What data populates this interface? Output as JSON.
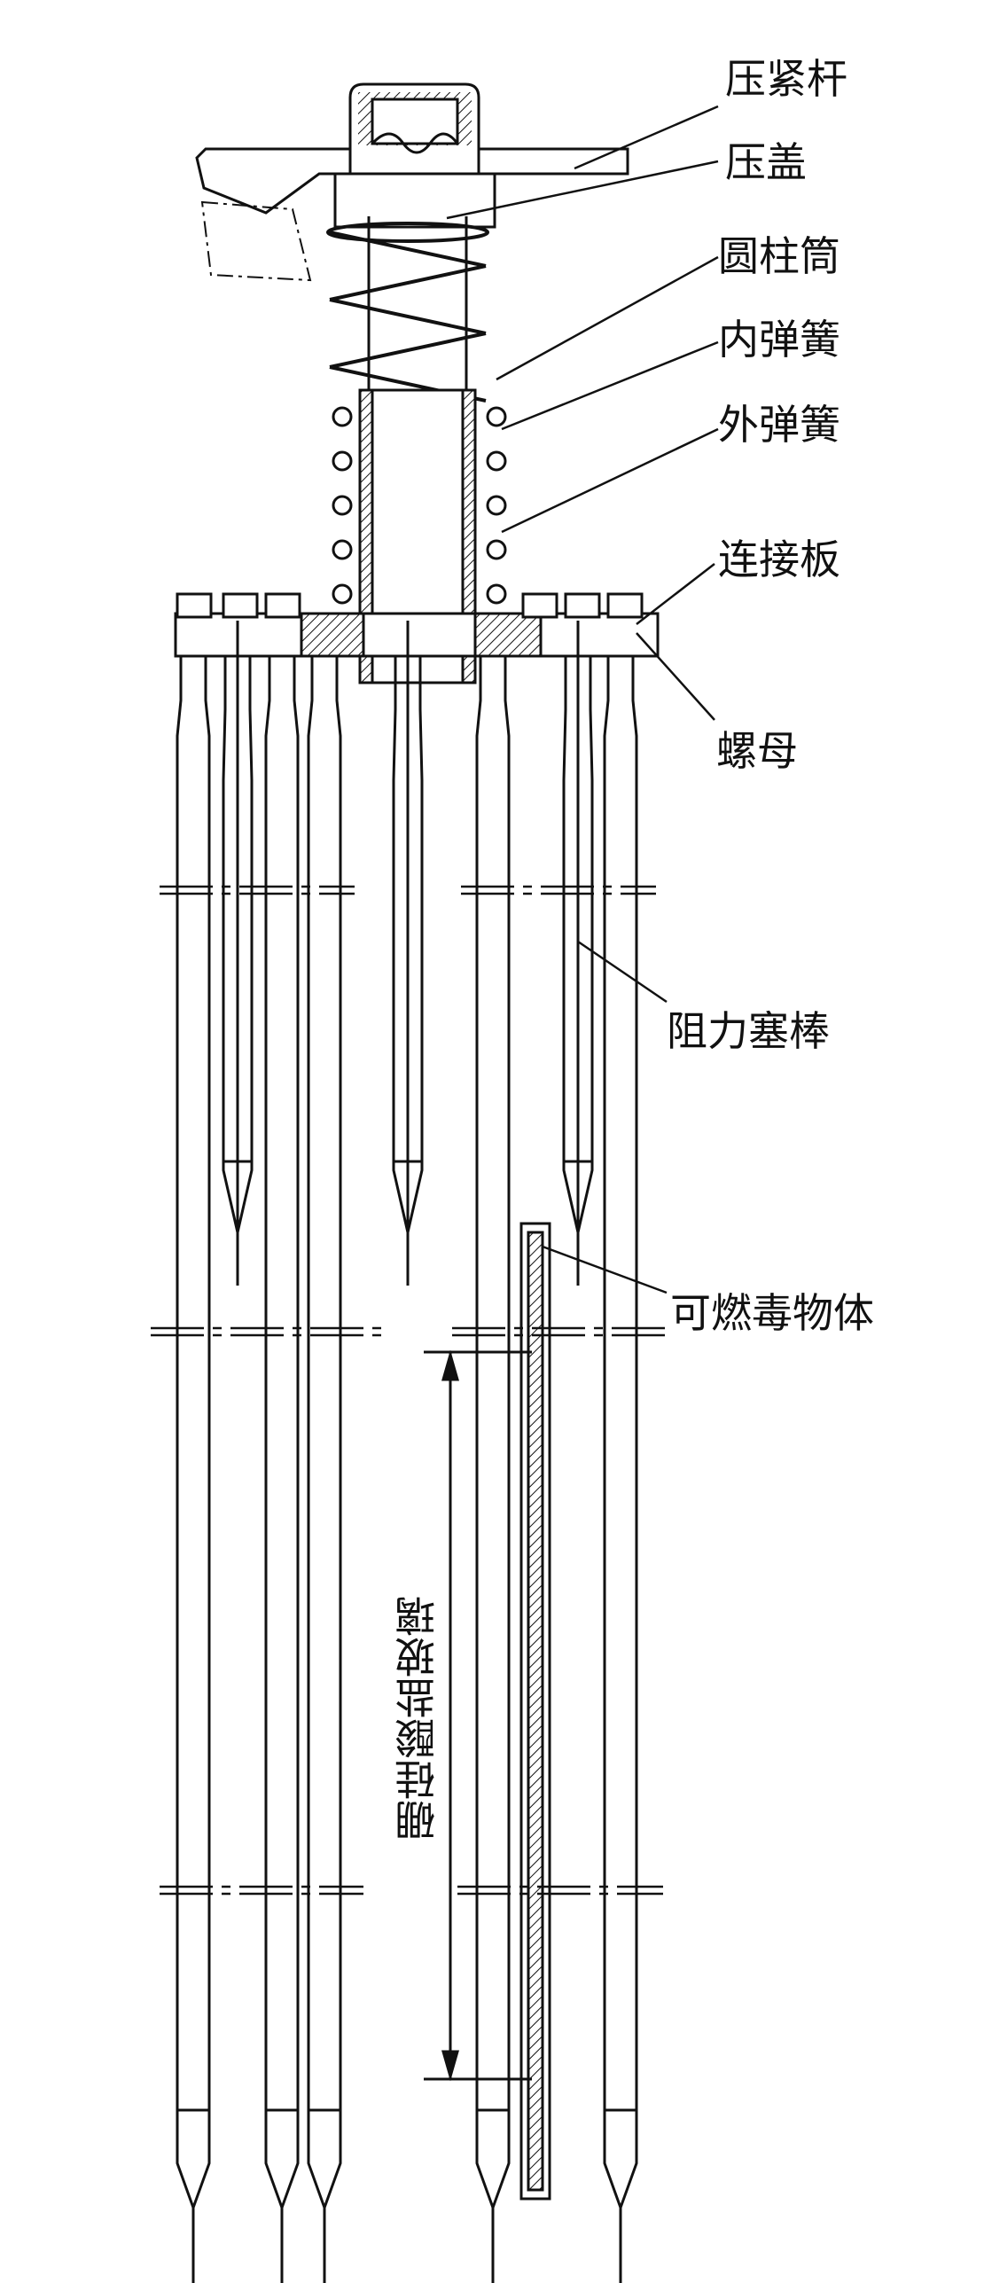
{
  "labels": {
    "compression_rod": "压紧杆",
    "gland": "压盖",
    "cylinder": "圆柱筒",
    "inner_spring": "内弹簧",
    "outer_spring": "外弹簧",
    "connecting_plate": "连接板",
    "nut": "螺母",
    "plug_rod": "阻力塞棒",
    "burnable_poison": "可燃毒物体",
    "borosilicate_glass": "硼硅酸盐玻璃"
  },
  "colors": {
    "line": "#111111",
    "background": "#ffffff"
  }
}
